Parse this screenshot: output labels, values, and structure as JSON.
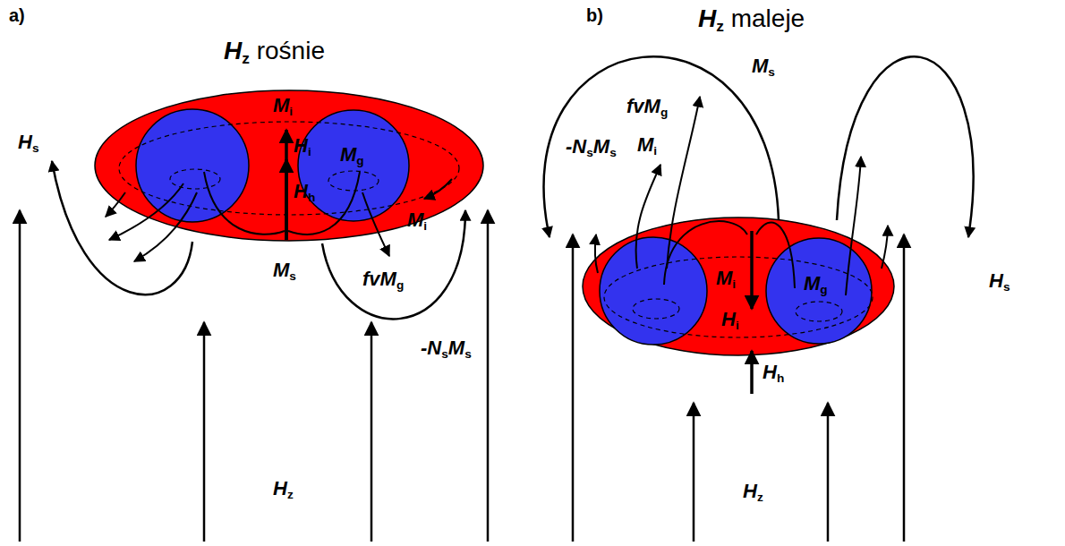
{
  "diagram": {
    "nodes": [
      {
        "text": [
          "Mi",
          "Hi"
        ]
      },
      {
        "text": [
          "Mg"
        ],
        "in": 0
      },
      {
        "text": [
          "Mi",
          "Hi"
        ]
      },
      {
        "text": [
          "Mg"
        ],
        "in": 2
      }
    ],
    "labels": [
      "a)",
      "Hz rośnie",
      "Hs",
      "Mi",
      "Ms",
      "fvMg",
      "-NsMs",
      "Hh",
      "Hz",
      "b)",
      "Hz maleje",
      "Ms",
      "fvMg",
      "-NsMs",
      "Mi",
      "Hh",
      "Hs",
      "Hz"
    ]
  }
}
